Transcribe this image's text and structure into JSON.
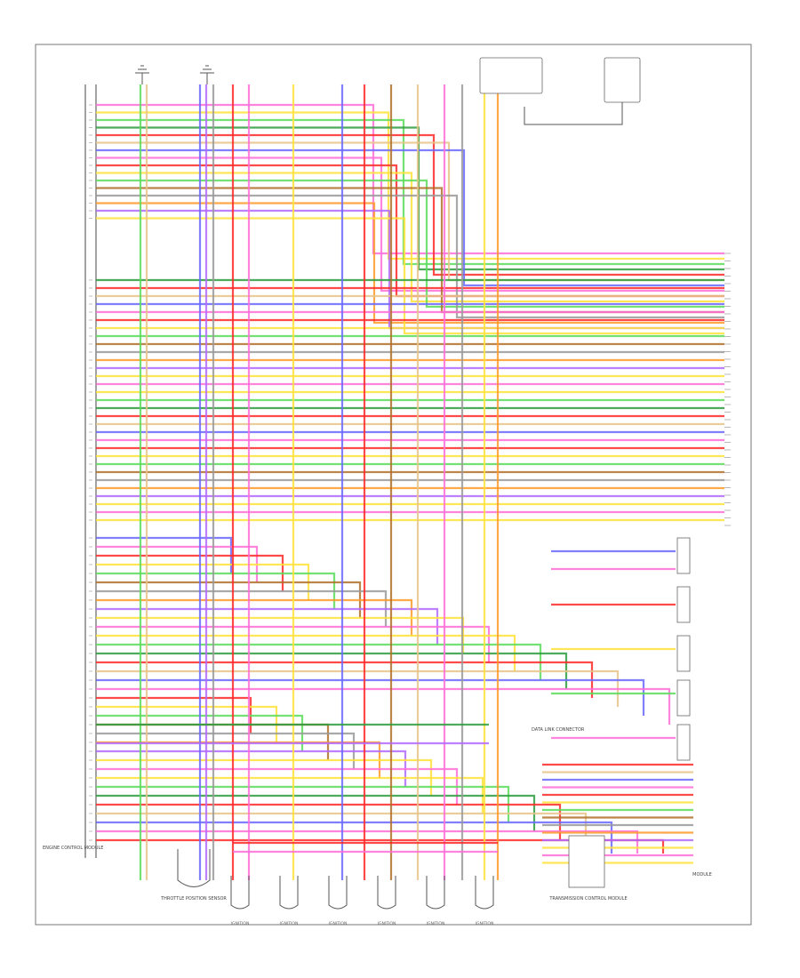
{
  "diagram": {
    "page_number": "",
    "ecm_label": "ENGINE CONTROL MODULE",
    "coil_labels": [
      "IGNITION",
      "IGNITION",
      "IGNITION",
      "IGNITION",
      "IGNITION",
      "IGNITION"
    ],
    "throttle_label": "THROTTLE POSITION SENSOR",
    "tcm_label": "TRANSMISSION CONTROL MODULE",
    "right_module_label": "MODULE",
    "data_link_label": "DATA LINK CONNECTOR",
    "top_note": "",
    "colors": {
      "red": "#ff2a2a",
      "pink": "#ff6fd8",
      "yellow": "#ffe23a",
      "green": "#5cdc5c",
      "dkgreen": "#2e9e3e",
      "blue": "#6a6aff",
      "brown": "#b0702a",
      "tan": "#e6c48a",
      "gray": "#9a9a9a",
      "orange": "#ff9a2a",
      "violet": "#b26aff",
      "black": "#333333"
    }
  }
}
